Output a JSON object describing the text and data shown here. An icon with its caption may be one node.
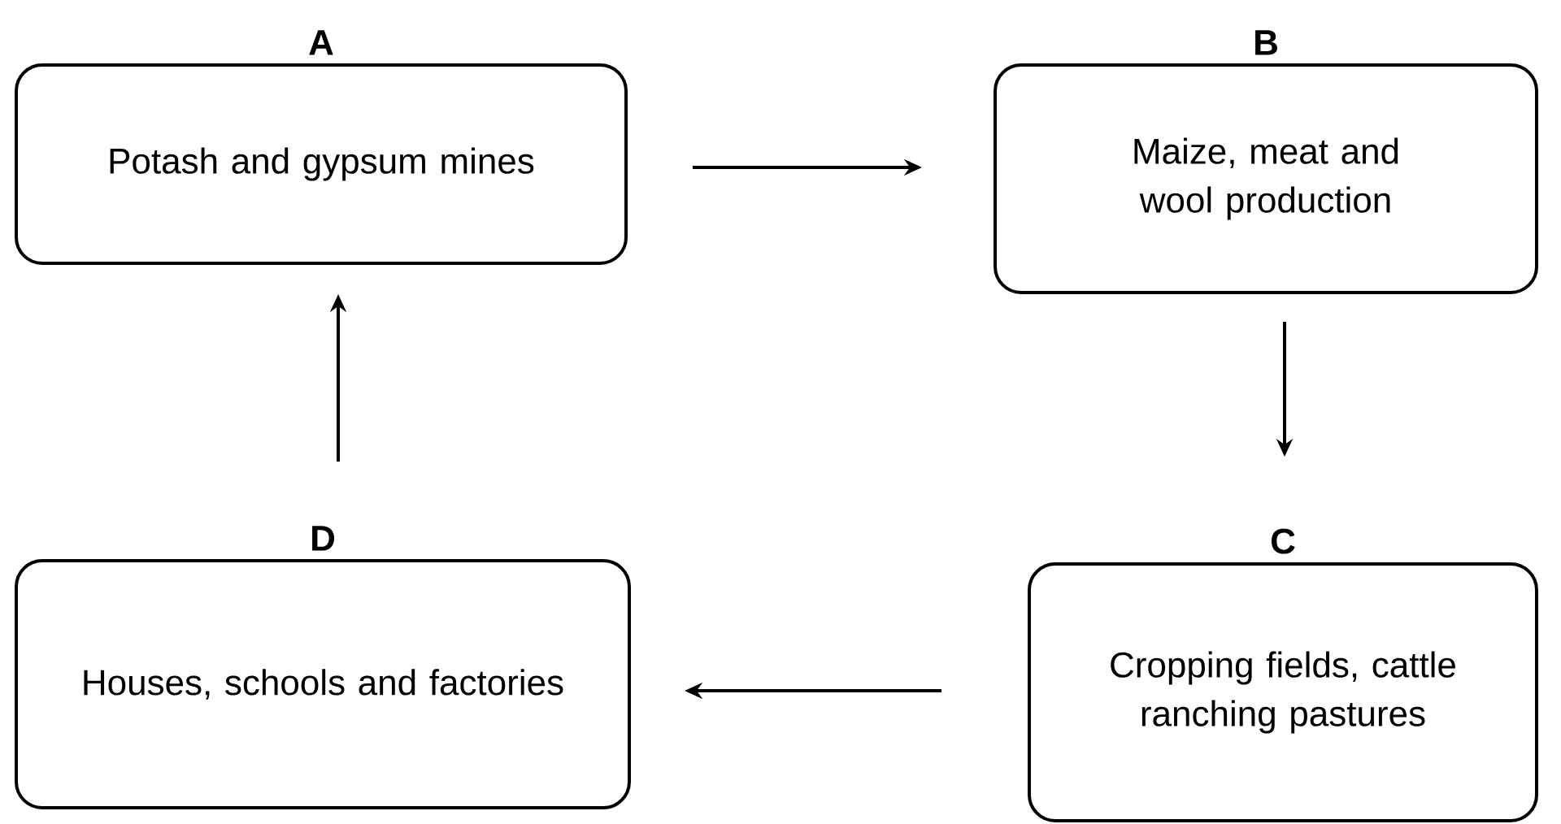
{
  "diagram": {
    "nodes": [
      {
        "text": [
          "A",
          "Potash and gypsum mines"
        ]
      },
      {
        "text": [
          "B",
          "Maize, meat and wool production"
        ]
      },
      {
        "text": [
          "C",
          "Cropping fields, cattle ranching pastures"
        ]
      },
      {
        "text": [
          "D",
          "Houses, schools and factories"
        ]
      }
    ],
    "edges": [
      {
        "from": 0,
        "to": 1,
        "arrow": "to"
      },
      {
        "from": 1,
        "to": 2,
        "arrow": "to"
      },
      {
        "from": 2,
        "to": 3,
        "arrow": "to"
      },
      {
        "from": 3,
        "to": 0,
        "arrow": "to"
      }
    ]
  }
}
